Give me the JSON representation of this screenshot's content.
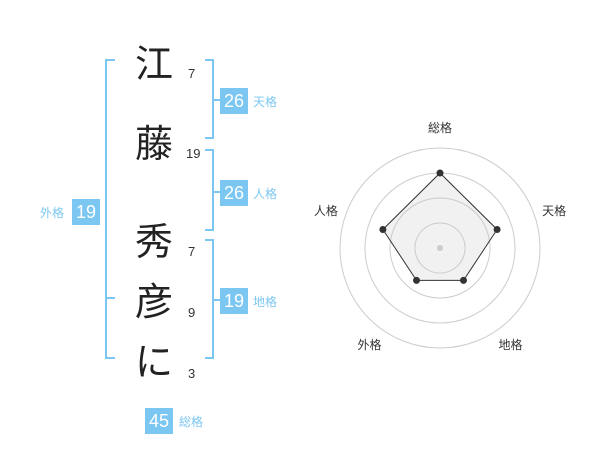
{
  "name": {
    "characters": [
      {
        "char": "江",
        "strokes": "7"
      },
      {
        "char": "藤",
        "strokes": "19"
      },
      {
        "char": "秀",
        "strokes": "7"
      },
      {
        "char": "彦",
        "strokes": "9"
      },
      {
        "char": "に",
        "strokes": "3"
      }
    ]
  },
  "fortune": {
    "tenkaku": {
      "value": "26",
      "label": "天格"
    },
    "jinkaku": {
      "value": "26",
      "label": "人格"
    },
    "chikaku": {
      "value": "19",
      "label": "地格"
    },
    "gaikaku": {
      "value": "19",
      "label": "外格"
    },
    "soukaku": {
      "value": "45",
      "label": "総格"
    }
  },
  "radar": {
    "axes": [
      "総格",
      "天格",
      "地格",
      "外格",
      "人格"
    ],
    "values": [
      0.75,
      0.6,
      0.4,
      0.4,
      0.6
    ],
    "rings": 4
  },
  "colors": {
    "accent": "#7cc7f2",
    "text": "#222222",
    "ring": "#cccccc"
  }
}
